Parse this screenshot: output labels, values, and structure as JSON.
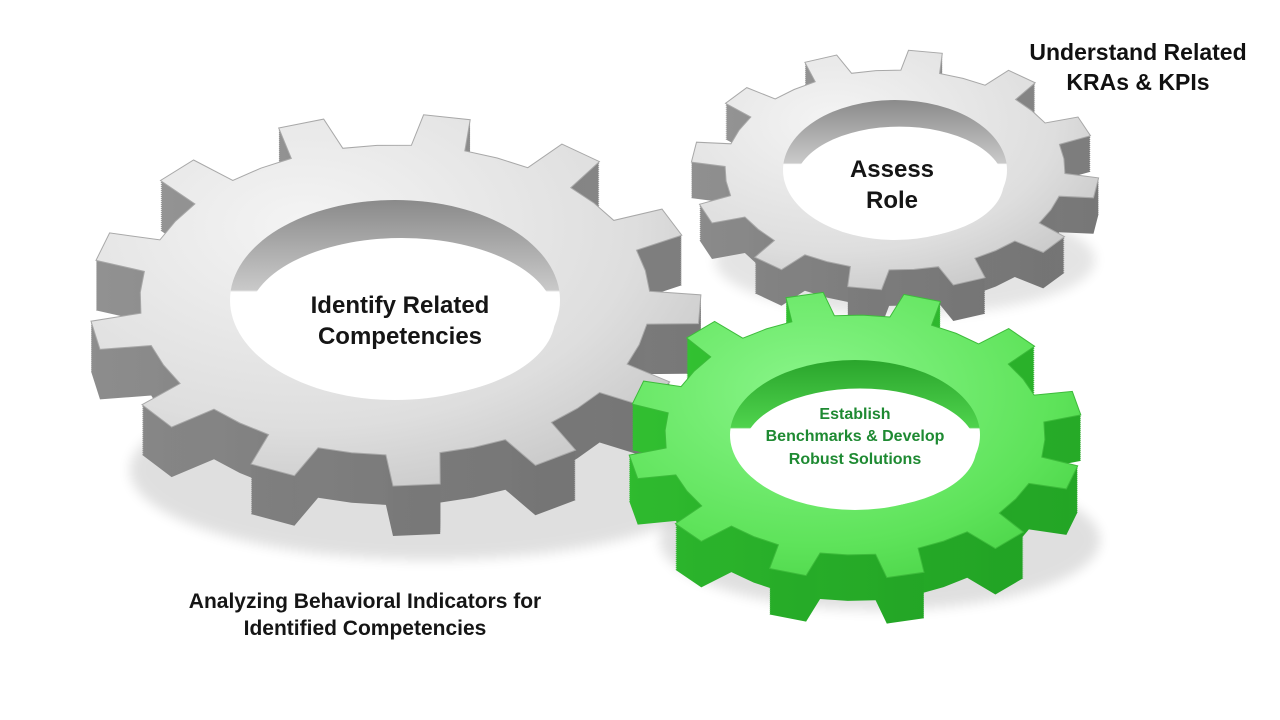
{
  "diagram": {
    "labels": {
      "understand": [
        "Understand Related",
        "KRAs & KPIs"
      ],
      "assess": [
        "Assess",
        "Role"
      ],
      "identify": [
        "Identify Related",
        "Competencies"
      ],
      "establish": [
        "Establish",
        "Benchmarks & Develop",
        "Robust Solutions"
      ],
      "analyze": [
        "Analyzing Behavioral Indicators for",
        "Identified Competencies"
      ]
    }
  },
  "colors": {
    "gear_gray_face": "#dcdcdc",
    "gear_gray_side": "#8f8f8f",
    "gear_green_face": "#5ee35a",
    "gear_green_side": "#2db82d",
    "establish_text": "#1e8a32",
    "label_text": "#151515"
  }
}
